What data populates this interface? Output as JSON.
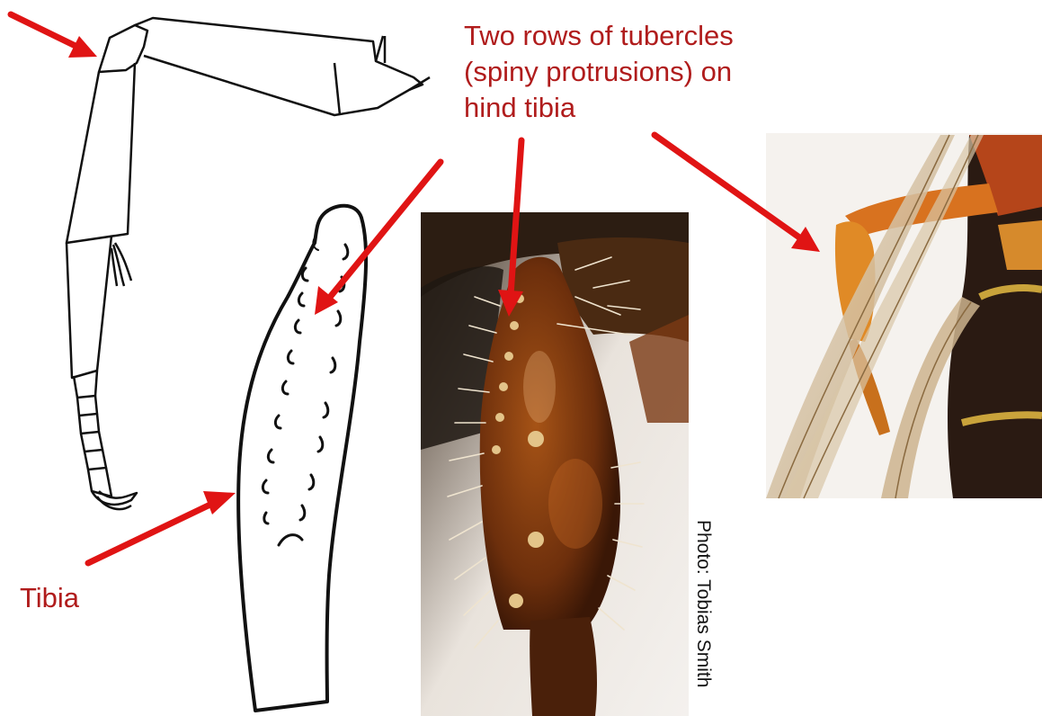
{
  "annotations": {
    "title": "Two rows of tubercles\n(spiny protrusions) on\nhind tibia",
    "tibia": "Tibia"
  },
  "credit": "Photo: Tobias Smith",
  "colors": {
    "annotation_red": "#b01c1c",
    "arrow_red": "#e01414",
    "line_art": "#111111"
  },
  "icons": [
    "arrow-icon"
  ]
}
